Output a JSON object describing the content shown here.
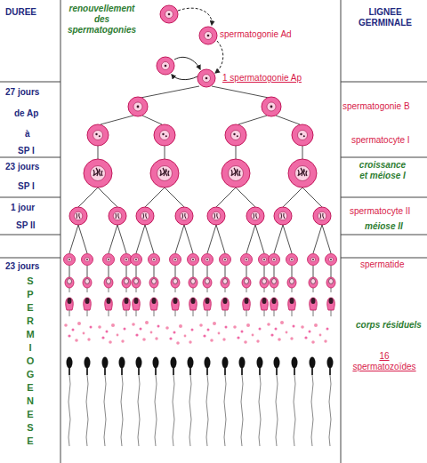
{
  "diagram": {
    "labels": [
      "DUREE",
      "renouvellement des spermatogonies",
      "spermatogonie Ad",
      "LIGNEE GERMINALE",
      "27 jours",
      "1 spermatogonie Ap",
      "de Ap",
      "spermatogonie B",
      "à",
      "SP I",
      "spermatocyte I",
      "23 jours",
      "SP I",
      "croissance et méiose I",
      "1 jour",
      "SP II",
      "spermatocyte II",
      "méiose II",
      "23 jours",
      "spermatide",
      "SPERMIOGENESE",
      "corps résiduels",
      "16 spermatozoïdes"
    ]
  }
}
